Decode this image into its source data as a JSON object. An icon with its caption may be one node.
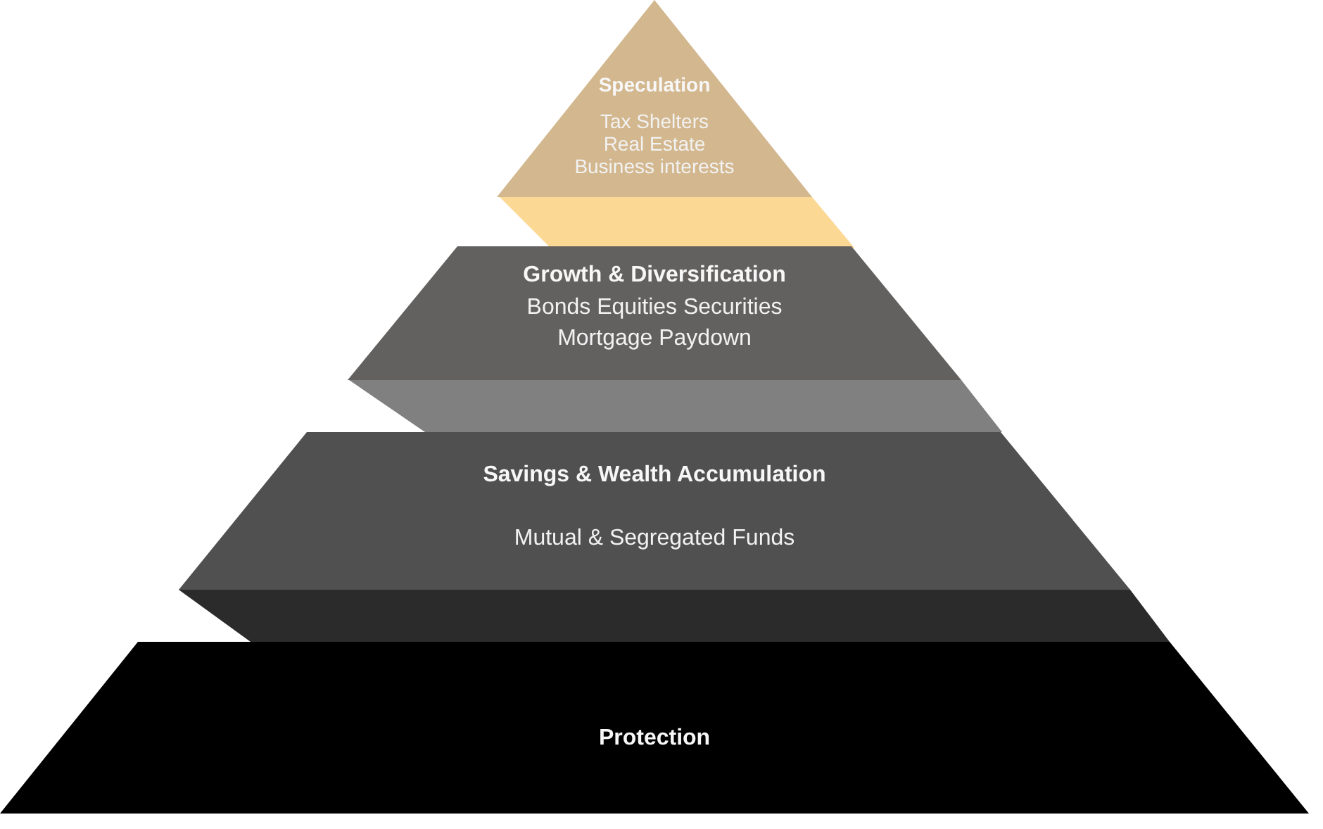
{
  "diagram": {
    "nodes": [
      {
        "text": [
          "Speculation",
          "Tax Shelters",
          "Real Estate",
          "Business interests"
        ]
      },
      {
        "text": [],
        "shape": "band"
      },
      {
        "text": [
          "Growth & Diversification",
          "Bonds Equities Securities",
          "Mortgage Paydown"
        ]
      },
      {
        "text": [],
        "shape": "band"
      },
      {
        "text": [
          "Savings & Wealth Accumulation",
          "Mutual & Segregated Funds"
        ]
      },
      {
        "text": [],
        "shape": "band"
      },
      {
        "text": [
          "Protection"
        ]
      }
    ]
  }
}
